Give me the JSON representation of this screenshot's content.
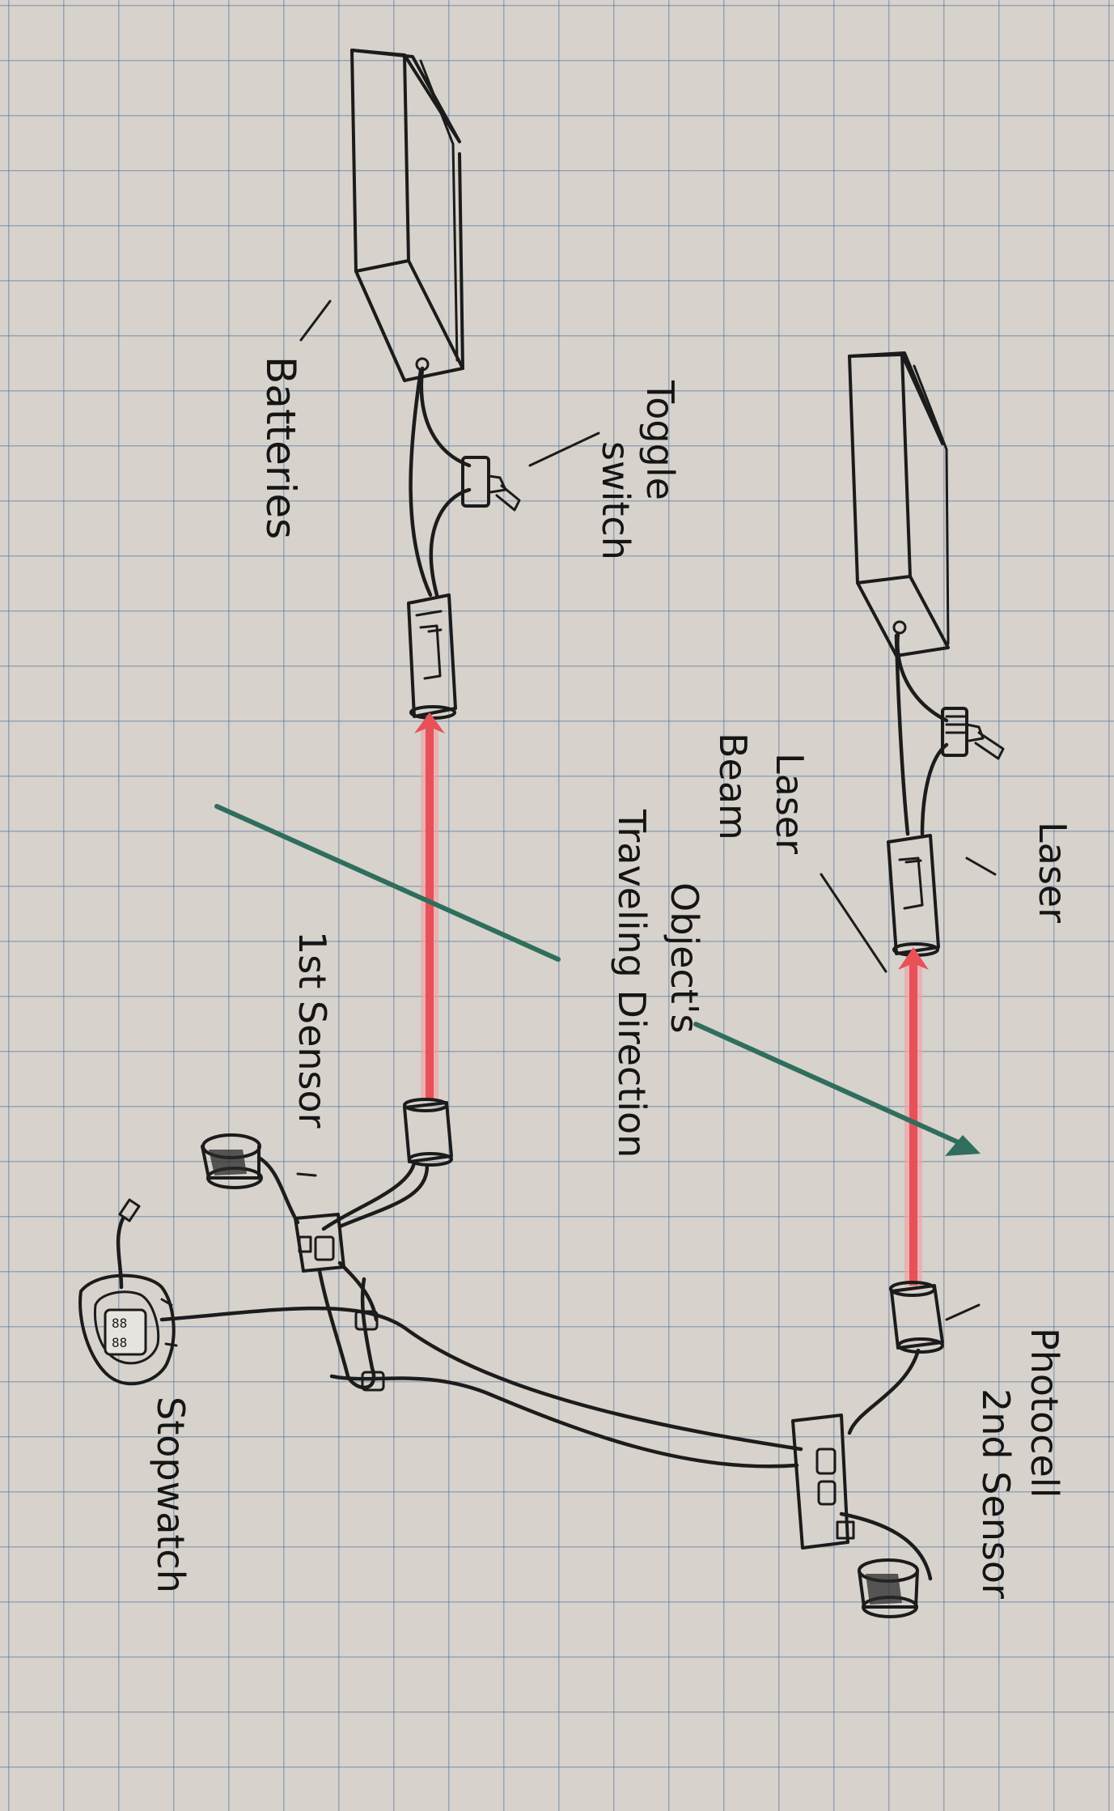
{
  "labels": {
    "batteries": "Batteries",
    "toggle": "Toggle",
    "switch": "switch",
    "laser": "Laser",
    "laser_beam_1": "Laser",
    "laser_beam_2": "Beam",
    "objects": "Object's",
    "traveling_direction": "Traveling Direction",
    "first_sensor": "1st Sensor",
    "photocell": "Photocell",
    "second_sensor": "2nd Sensor",
    "stopwatch": "Stopwatch"
  },
  "colors": {
    "ink": "#1b1b1b",
    "laser_beam": "#e8505a",
    "direction_arrow": "#2f6e5c",
    "paper": "#d7d2cc",
    "grid": "#466e96"
  },
  "icons": {
    "stopwatch": "stopwatch-icon",
    "battery_pack": "battery-box-icon",
    "toggle_switch": "toggle-switch-icon"
  }
}
